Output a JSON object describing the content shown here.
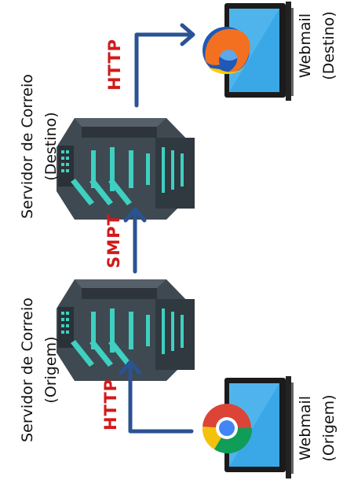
{
  "nodes": {
    "webmail_origin": {
      "line1": "Webmail",
      "line2": "(Origem)"
    },
    "server_origin": {
      "line1": "Servidor de Correio",
      "line2": "(Origem)"
    },
    "server_dest": {
      "line1": "Servidor de Correio",
      "line2": "(Destino)"
    },
    "webmail_dest": {
      "line1": "Webmail",
      "line2": "(Destino)"
    }
  },
  "edges": {
    "http_in": {
      "label": "HTTP"
    },
    "smtp": {
      "label": "SMPT"
    },
    "http_out": {
      "label": "HTTP"
    }
  },
  "colors": {
    "arrow": "#2a5392",
    "protocol_label": "#d21a1a",
    "server_body": "#3f4952",
    "server_accent": "#3ed0c0",
    "laptop_screen": "#3aa7e6"
  },
  "icons": {
    "browser_origin": "chrome-icon",
    "browser_dest": "firefox-icon"
  }
}
